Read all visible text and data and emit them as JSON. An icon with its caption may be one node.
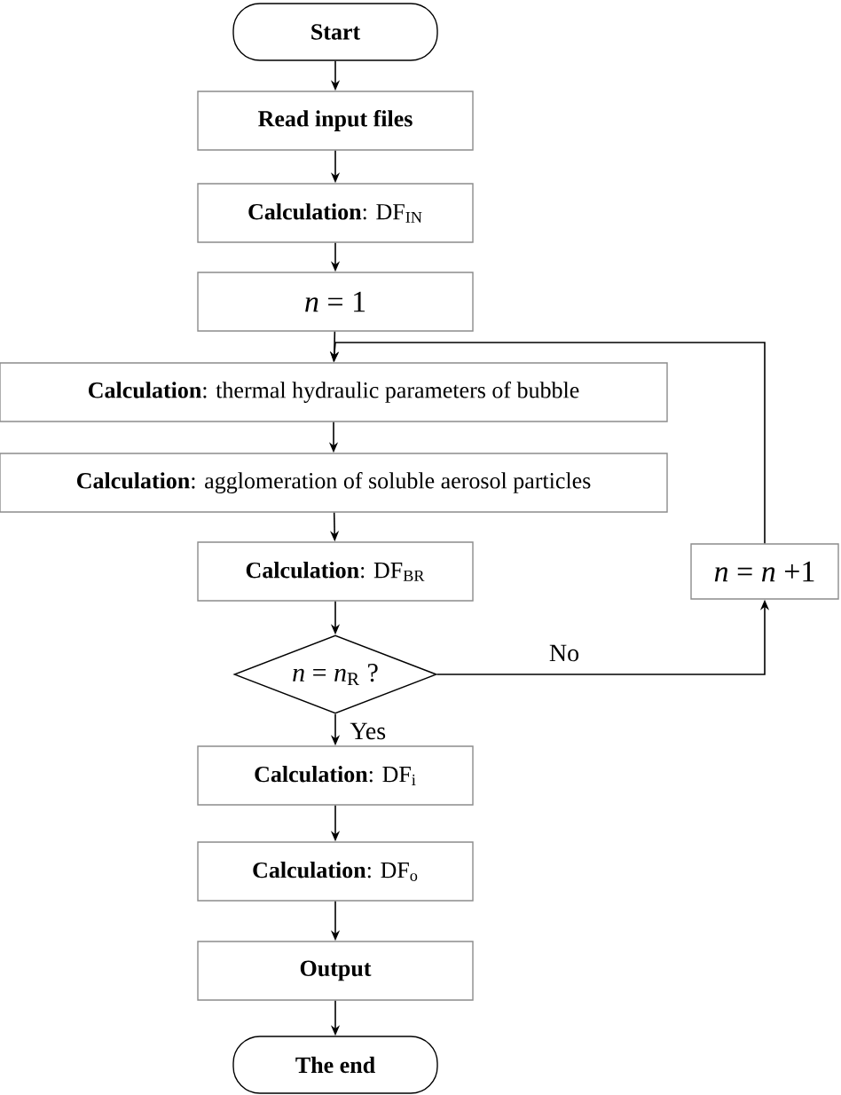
{
  "diagram": {
    "nodes": [
      {
        "text": [
          "Start"
        ]
      },
      {
        "text": [
          "Read input files"
        ]
      },
      {
        "text": [
          "**Calculation**: DF$_{IN}$"
        ]
      },
      {
        "text": [
          "*n* = 1"
        ]
      },
      {
        "text": [
          "**Calculation**: thermal hydraulic parameters of bubble"
        ]
      },
      {
        "text": [
          "**Calculation**: agglomeration of soluble aerosol particles"
        ]
      },
      {
        "text": [
          "**Calculation**: DF$_{BR}$"
        ]
      },
      {
        "text": [
          "*n* = *n*$_{R}$ ?"
        ]
      },
      {
        "text": [
          "*n* = *n* +1"
        ]
      },
      {
        "text": [
          "**Calculation**: DF$_{i}$"
        ]
      },
      {
        "text": [
          "**Calculation**: DF$_{o}$"
        ]
      },
      {
        "text": [
          "Output"
        ]
      },
      {
        "text": [
          "The end"
        ]
      }
    ],
    "edges": [
      {
        "from": 0,
        "to": 1,
        "arrow": "to"
      },
      {
        "from": 1,
        "to": 2,
        "arrow": "to"
      },
      {
        "from": 2,
        "to": 3,
        "arrow": "to"
      },
      {
        "from": 3,
        "to": 4,
        "arrow": "to"
      },
      {
        "from": 4,
        "to": 5,
        "arrow": "to"
      },
      {
        "from": 5,
        "to": 6,
        "arrow": "to"
      },
      {
        "from": 6,
        "to": 7,
        "arrow": "to"
      },
      {
        "from": 7,
        "to": 8,
        "arrow": "to",
        "label": "No"
      },
      {
        "from": 8,
        "to": 4,
        "arrow": "to"
      },
      {
        "from": 7,
        "to": 9,
        "arrow": "to",
        "label": "Yes"
      },
      {
        "from": 9,
        "to": 10,
        "arrow": "to"
      },
      {
        "from": 10,
        "to": 11,
        "arrow": "to"
      },
      {
        "from": 11,
        "to": 12,
        "arrow": "to"
      }
    ]
  }
}
